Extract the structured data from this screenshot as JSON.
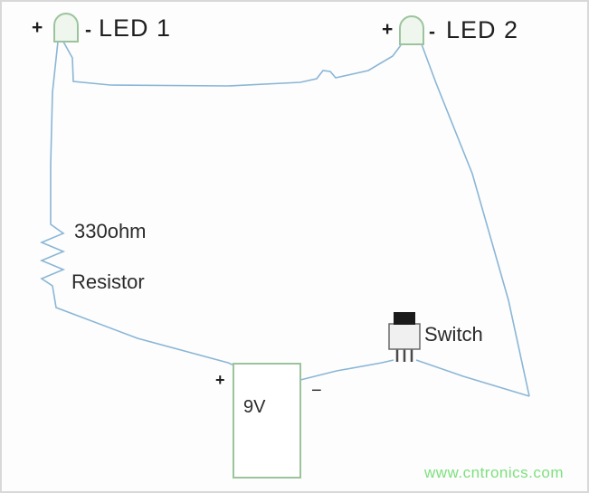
{
  "diagram": {
    "led1": {
      "plus": "+",
      "minus": "-",
      "label": "LED 1"
    },
    "led2": {
      "plus": "+",
      "minus": "-",
      "label": "LED 2"
    },
    "resistor": {
      "value": "330ohm",
      "label": "Resistor"
    },
    "battery": {
      "plus": "+",
      "minus": "−",
      "label": "9V"
    },
    "switch": {
      "label": "Switch"
    },
    "watermark": "www.cntronics.com",
    "colors": {
      "wire_blue": "#8ab6d6",
      "component_green": "#9cc49c",
      "led_fill": "#eef6ee",
      "switch_cap_black": "#1a1a1a",
      "watermark_green": "#7de07d",
      "text": "#1f1f1f"
    }
  }
}
